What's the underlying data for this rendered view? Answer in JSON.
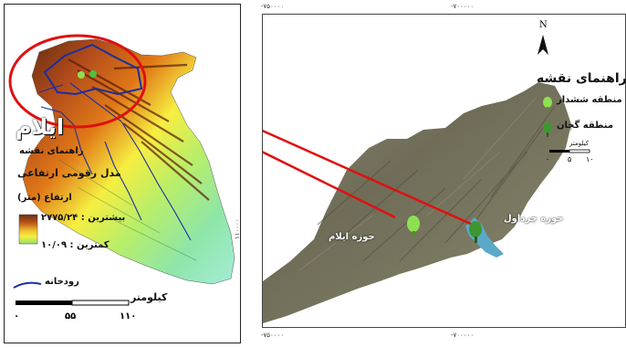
{
  "colors": {
    "highlight": "#e01010",
    "river": "#1a2fa0",
    "dem_high": "#7a3a18",
    "dem_mid": "#e07818",
    "dem_low": "#f6ee40",
    "dem_lowest": "#a6ecd8",
    "site_shashdar": "#8ee050",
    "site_gachan": "#3f9630"
  },
  "left_map": {
    "province_name": "ایلام",
    "legend_title": "راهنمای نقشه",
    "dem_label": "مدل رقومی ارتفاعی",
    "elevation_label": "ارتفاع (متر)",
    "max_label": "بیشترین : ۲۷۷۵/۲۴",
    "min_label": "کمترین : ۱۰/۰۹",
    "river_label": "رودخانه",
    "scale_label": "کیلومتر",
    "scale_ticks": [
      "۰",
      "۵۵",
      "۱۱۰"
    ]
  },
  "right_map": {
    "legend_title": "راهنمای نقشه",
    "north_letter": "N",
    "site1_label": "منطقه ششدار",
    "site2_label": "منطقه گچان",
    "scale_label": "کیلومتر",
    "scale_ticks": [
      "۰",
      "۵",
      "۱۰"
    ],
    "basin_ilam": "حوزه ایلام",
    "basin_chardavol": "حوزه چرداول",
    "top_ticks": [
      "-۷۵۰۰۰۰",
      "-۷۰۰۰۰۰"
    ],
    "bottom_ticks": [
      "-۷۵۰۰۰۰",
      "-۷۰۰۰۰۰"
    ],
    "left_tick": "۱۱۰۰۰۰"
  }
}
